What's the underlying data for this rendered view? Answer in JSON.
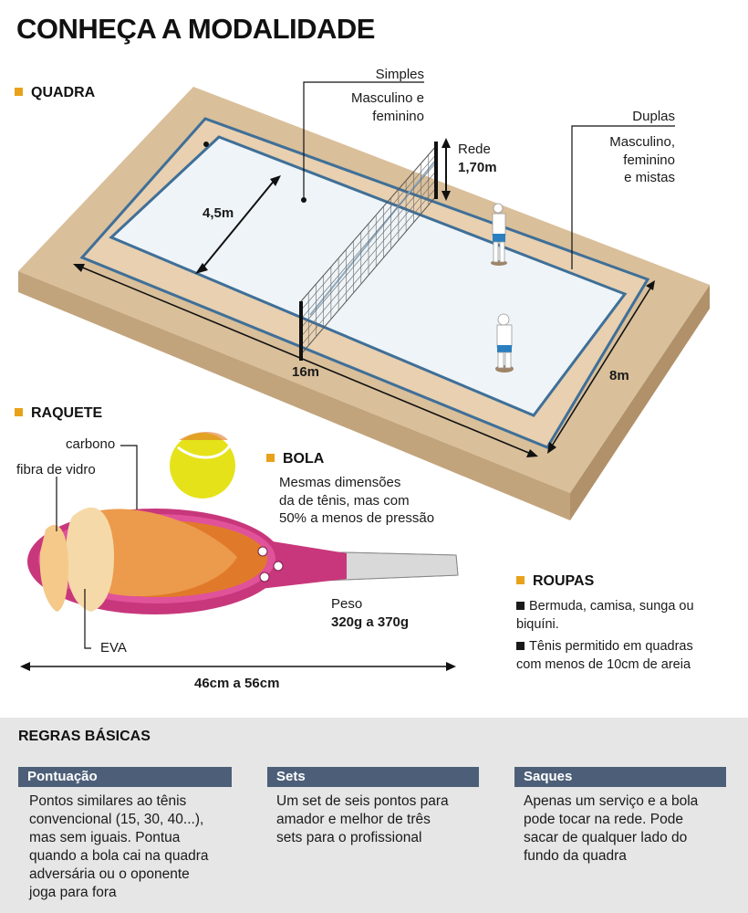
{
  "title": "CONHEÇA A MODALIDADE",
  "colors": {
    "accent": "#e8a21a",
    "sand": "#d9bf9a",
    "court_floor": "#eef4f7",
    "court_line": "#3f6f98",
    "racket_frame": "#c8377b",
    "rules_header": "#4d5f78",
    "rules_bg": "#e6e6e6",
    "ball": "#e6e21a"
  },
  "quadra": {
    "heading": "QUADRA",
    "simples_label": "Simples",
    "simples_desc": [
      "Masculino e",
      "feminino"
    ],
    "duplas_label": "Duplas",
    "duplas_desc": [
      "Masculino,",
      "feminino",
      "e mistas"
    ],
    "rede_label": "Rede",
    "rede_height": "1,70m",
    "width_label": "4,5m",
    "length_label": "16m",
    "side_label": "8m"
  },
  "raquete": {
    "heading": "RAQUETE",
    "carbono": "carbono",
    "fibra": "fibra de vidro",
    "eva": "EVA",
    "peso_label": "Peso",
    "peso_value": "320g a 370g",
    "size_label": "46cm a 56cm"
  },
  "bola": {
    "heading": "BOLA",
    "desc": [
      "Mesmas dimensões",
      "da de tênis, mas com",
      "50% a menos de pressão"
    ]
  },
  "roupas": {
    "heading": "ROUPAS",
    "items": [
      [
        "Bermuda, camisa, sunga ou",
        "biquíni."
      ],
      [
        "Tênis permitido em quadras",
        "com menos de 10cm de areia"
      ]
    ]
  },
  "regras": {
    "heading": "REGRAS BÁSICAS",
    "cards": [
      {
        "title": "Pontuação",
        "lines": [
          "Pontos similares ao tênis",
          "convencional (15, 30, 40...),",
          "mas sem iguais. Pontua",
          "quando a bola cai na quadra",
          "adversária ou o oponente",
          "joga para fora"
        ]
      },
      {
        "title": "Sets",
        "lines": [
          "Um set de seis pontos para",
          "amador e melhor de três",
          "sets para o profissional"
        ]
      },
      {
        "title": "Saques",
        "lines": [
          "Apenas um serviço e a bola",
          "pode tocar na rede. Pode",
          "sacar de qualquer lado do",
          "fundo da quadra"
        ]
      }
    ]
  }
}
